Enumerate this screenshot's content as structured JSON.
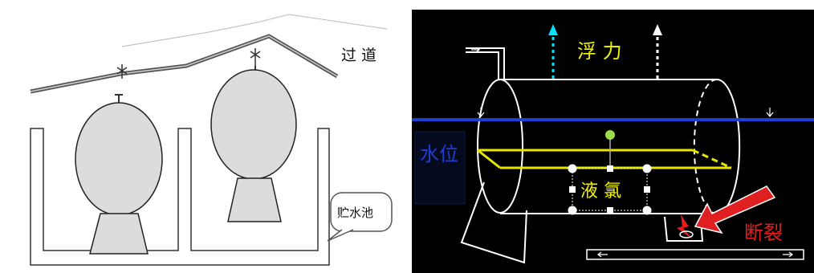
{
  "left": {
    "passage_label": "过 道",
    "pool_label": "贮水池"
  },
  "right": {
    "buoyancy_label": "浮 力",
    "water_level_label": "水位",
    "liquid_chlorine_label": "液 氯",
    "fracture_label": "断裂"
  },
  "colors": {
    "tank_fill": "#dcdcdc",
    "water_line": "#1c3fd6",
    "liquid_line": "#e6e600",
    "arrow_cyan": "#00e5ff",
    "fracture_red": "#e02020",
    "label_yellow": "#f5f500",
    "water_text": "#1c3fd6"
  }
}
